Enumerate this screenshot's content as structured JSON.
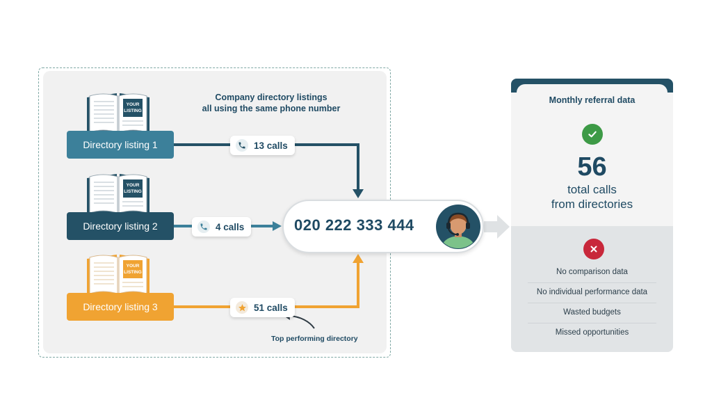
{
  "heading": {
    "line1": "Company directory listings",
    "line2": "all using the same phone number"
  },
  "listings": [
    {
      "label": "Directory listing 1",
      "calls": "13 calls",
      "book_cover_text": [
        "YOUR",
        "LISTING"
      ]
    },
    {
      "label": "Directory listing 2",
      "calls": "4 calls",
      "book_cover_text": [
        "YOUR",
        "LISTING"
      ]
    },
    {
      "label": "Directory listing 3",
      "calls": "51 calls",
      "book_cover_text": [
        "YOUR",
        "LISTING"
      ]
    }
  ],
  "phone_number": "020 222 333 444",
  "annotation": "Top performing directory",
  "referral_card": {
    "title": "Monthly referral data",
    "total": "56",
    "total_line1": "total calls",
    "total_line2": "from directories",
    "issues": [
      "No comparison data",
      "No individual performance data",
      "Wasted budgets",
      "Missed opportunities"
    ]
  },
  "colors": {
    "listing_1": "#3c809a",
    "listing_2": "#245166",
    "listing_3": "#f0a332",
    "text_dark": "#1f4a63",
    "success": "#3d9a46",
    "error": "#c8283b"
  },
  "icons": {
    "listing_1_call": "phone-icon",
    "listing_2_call": "phone-icon",
    "listing_3_call": "star-icon",
    "success": "checkmark-icon",
    "error": "cross-icon",
    "agent": "call-center-agent-icon"
  }
}
